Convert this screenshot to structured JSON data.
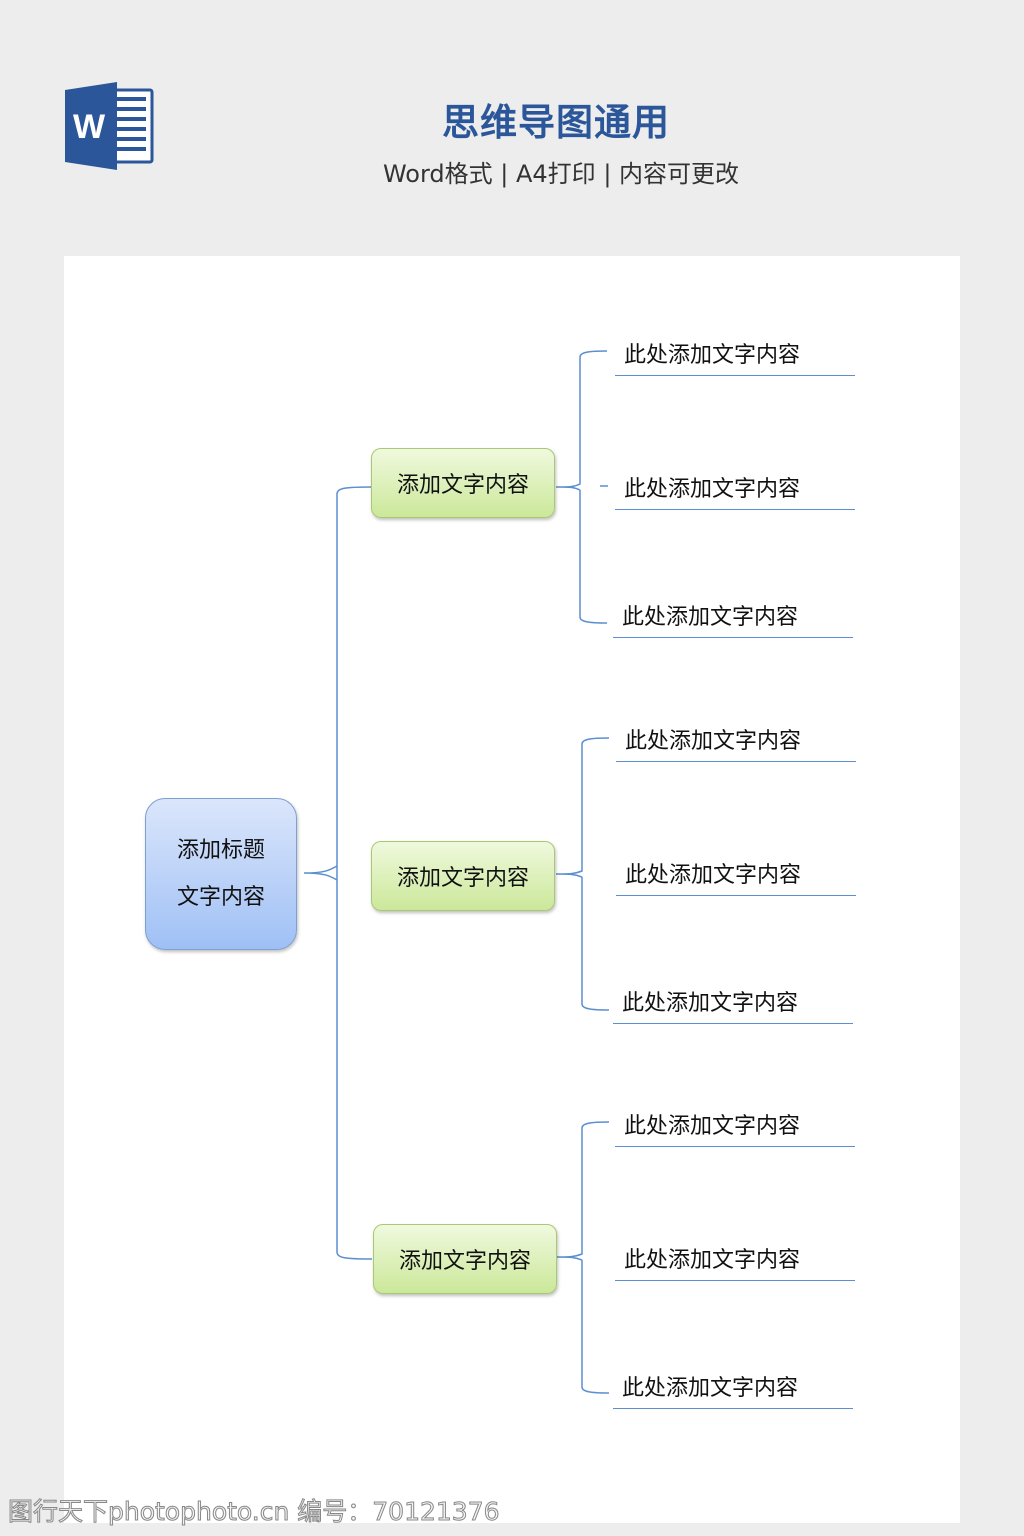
{
  "header": {
    "icon": "word-icon",
    "title": "思维导图通用",
    "subtitle": "Word格式 | A4打印 | 内容可更改"
  },
  "colors": {
    "title": "#2b579a",
    "connector": "#5b8fd0",
    "root_fill": "#9fc0f5",
    "branch_fill": "#cbe89a",
    "background": "#ededed",
    "page": "#ffffff"
  },
  "mindmap": {
    "root": {
      "line1": "添加标题",
      "line2": "文字内容"
    },
    "branches": [
      {
        "label": "添加文字内容",
        "leaves": [
          "此处添加文字内容",
          "此处添加文字内容",
          "此处添加文字内容"
        ]
      },
      {
        "label": "添加文字内容",
        "leaves": [
          "此处添加文字内容",
          "此处添加文字内容",
          "此处添加文字内容"
        ]
      },
      {
        "label": "添加文字内容",
        "leaves": [
          "此处添加文字内容",
          "此处添加文字内容",
          "此处添加文字内容"
        ]
      }
    ]
  },
  "watermark": "图行天下photophoto.cn 编号：70121376"
}
